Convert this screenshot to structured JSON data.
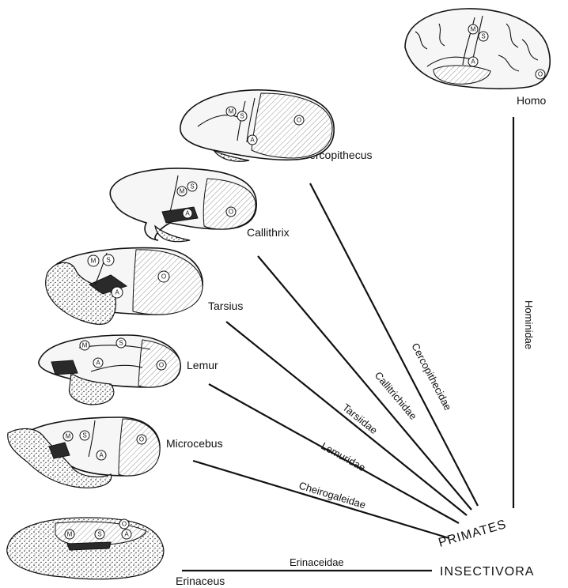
{
  "species": {
    "homo": "Homo",
    "cercopithecus": "Cercopithecus",
    "callithrix": "Callithrix",
    "tarsius": "Tarsius",
    "lemur": "Lemur",
    "microcebus": "Microcebus",
    "erinaceus": "Erinaceus"
  },
  "families": {
    "hominidae": "Hominidae",
    "cercopithecidae": "Cercopithecidae",
    "callitrichidae": "Callitrichidae",
    "tarsiidae": "Tarsiidae",
    "lemuridae": "Lemuridae",
    "cheirogaleidae": "Cheirogaleidae",
    "erinaceidae": "Erinaceidae"
  },
  "groups": {
    "primates": "PRIMATES",
    "insectivora": "INSECTIVORA"
  },
  "areas": {
    "m": "M",
    "s": "S",
    "a": "A",
    "o": "O"
  }
}
